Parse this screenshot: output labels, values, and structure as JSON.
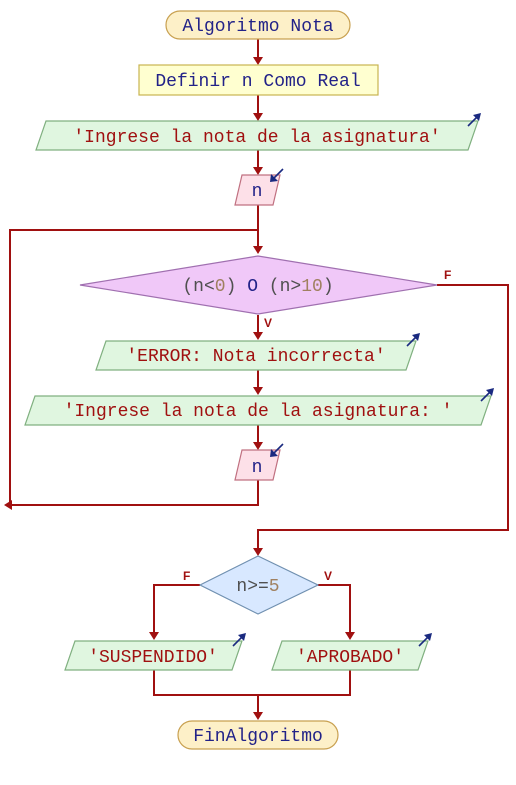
{
  "flowchart": {
    "start": {
      "algo": "Algoritmo",
      "name": "Nota"
    },
    "define": {
      "kw1": "Definir",
      "var": "n",
      "kw2": "Como",
      "type": "Real"
    },
    "prompt1": "'Ingrese la nota de la asignatura'",
    "read1": "n",
    "loop_condition": {
      "p1": "(n<",
      "n1": "0",
      "p2": ") ",
      "op": "O",
      "p3": " (n>",
      "n2": "10",
      "p4": ")"
    },
    "loop_false_label": "F",
    "loop_true_label": "V",
    "error_msg": "'ERROR: Nota incorrecta'",
    "prompt2": "'Ingrese la nota de la asignatura: '",
    "read2": "n",
    "grade_condition": {
      "p1": "n>=",
      "n1": "5"
    },
    "grade_false_label": "F",
    "grade_true_label": "V",
    "fail_msg": "'SUSPENDIDO'",
    "pass_msg": "'APROBADO'",
    "end": "FinAlgoritmo"
  },
  "colors": {
    "flow_line": "#a01010",
    "keyword": "#222288",
    "string": "#a01010",
    "number": "#a08060",
    "terminal_fill": "#fdf0c8",
    "define_fill": "#ffffd0",
    "output_fill": "#e0f6e0",
    "input_fill": "#fde0e8",
    "loop_decision_fill": "#f0c8f8",
    "decision_fill": "#d8e8ff"
  }
}
